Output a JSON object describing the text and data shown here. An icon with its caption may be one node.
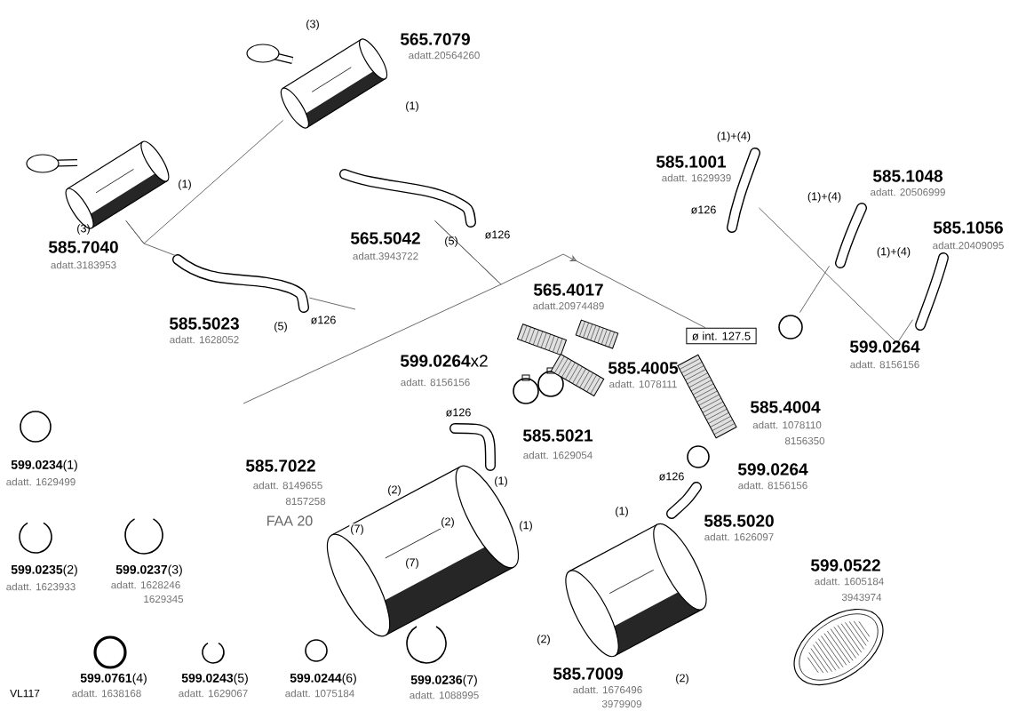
{
  "diagram": {
    "nodes": [
      {
        "text": [],
        "shape": "picture",
        "beside": [
          "(3)",
          "565.7079",
          "adatt.20564260",
          "(1)"
        ]
      },
      {
        "text": [],
        "shape": "picture",
        "beside": [
          "(1)",
          "(3)",
          "585.7040",
          "adatt.3183953"
        ]
      },
      {
        "text": [],
        "shape": "picture",
        "beside": [
          "585.5023",
          "adatt. 1628052",
          "(5)",
          "ø126"
        ]
      },
      {
        "text": [],
        "shape": "picture",
        "beside": [
          "565.5042",
          "adatt.3943722",
          "(5)",
          "ø126"
        ]
      },
      {
        "text": [],
        "shape": "picture",
        "beside": [
          "565.4017",
          "adatt.20974489"
        ]
      },
      {
        "text": [
          "ø int. 127.5"
        ]
      },
      {
        "text": [],
        "shape": "picture",
        "beside": [
          "(1)+(4)",
          "585.1001",
          "adatt. 1629939",
          "ø126"
        ]
      },
      {
        "text": [],
        "shape": "picture",
        "beside": [
          "585.1048",
          "adatt. 20506999",
          "(1)+(4)"
        ]
      },
      {
        "text": [],
        "shape": "picture",
        "beside": [
          "585.1056",
          "adatt.20409095",
          "(1)+(4)"
        ]
      },
      {
        "text": [],
        "shape": "circle",
        "beside": [
          "599.0264",
          "adatt. 8156156"
        ]
      },
      {
        "text": [],
        "shape": "picture",
        "beside": [
          "**599.0264**x2",
          "adatt. 8156156"
        ]
      },
      {
        "text": [],
        "shape": "picture",
        "beside": [
          "585.4005",
          "adatt. 1078111"
        ]
      },
      {
        "text": [],
        "shape": "picture",
        "beside": [
          "585.4004",
          "adatt. 1078110",
          "8156350"
        ]
      },
      {
        "text": [],
        "shape": "circle",
        "beside": [
          "599.0264",
          "adatt. 8156156"
        ]
      },
      {
        "text": [],
        "shape": "picture",
        "beside": [
          "ø126",
          "585.5020",
          "adatt. 1626097"
        ]
      },
      {
        "text": [],
        "shape": "picture",
        "beside": [
          "ø126",
          "585.5021",
          "adatt. 1629054",
          "(1)"
        ]
      },
      {
        "text": [],
        "shape": "picture",
        "beside": [
          "585.7022",
          "adatt. 8149655",
          "8157258",
          "FAA 20",
          "(1)"
        ]
      },
      {
        "text": [],
        "shape": "picture",
        "beside": [
          "(1)",
          "(2)",
          "585.7009",
          "adatt. 1676496",
          "3979909",
          "(2)"
        ]
      },
      {
        "text": [],
        "shape": "picture",
        "beside": [
          "599.0522",
          "adatt. 1605184",
          "3943974"
        ]
      },
      {
        "text": [],
        "shape": "circle",
        "beside": [
          "**599.0234**(1)",
          "adatt. 1629499"
        ]
      },
      {
        "text": [],
        "shape": "picture",
        "beside": [
          "**599.0235**(2)",
          "adatt. 1623933"
        ]
      },
      {
        "text": [],
        "shape": "picture",
        "beside": [
          "**599.0237**(3)",
          "adatt. 1628246",
          "1629345"
        ]
      },
      {
        "text": [],
        "shape": "circle",
        "beside": [
          "**599.0761**(4)",
          "adatt. 1638168"
        ]
      },
      {
        "text": [],
        "shape": "picture",
        "beside": [
          "**599.0243**(5)",
          "adatt. 1629067"
        ]
      },
      {
        "text": [],
        "shape": "circle",
        "beside": [
          "**599.0244**(6)",
          "adatt. 1075184"
        ]
      },
      {
        "text": [],
        "shape": "picture",
        "beside": [
          "**599.0236**(7)",
          "adatt. 1088995"
        ]
      }
    ],
    "edges": [
      {
        "from": 0,
        "to": 1,
        "arrow": "none"
      },
      {
        "from": 1,
        "to": 2,
        "arrow": "none"
      },
      {
        "from": 3,
        "to": 5,
        "arrow": "to"
      },
      {
        "from": 3,
        "to": null,
        "arrow": "none"
      },
      {
        "from": 2,
        "to": null,
        "arrow": "none"
      },
      {
        "from": 6,
        "to": 8,
        "arrow": "none"
      },
      {
        "from": 7,
        "to": 9,
        "arrow": "none"
      }
    ],
    "labels": [
      "(2)",
      "(2)",
      "(7)",
      "(7)",
      "VL117"
    ]
  }
}
